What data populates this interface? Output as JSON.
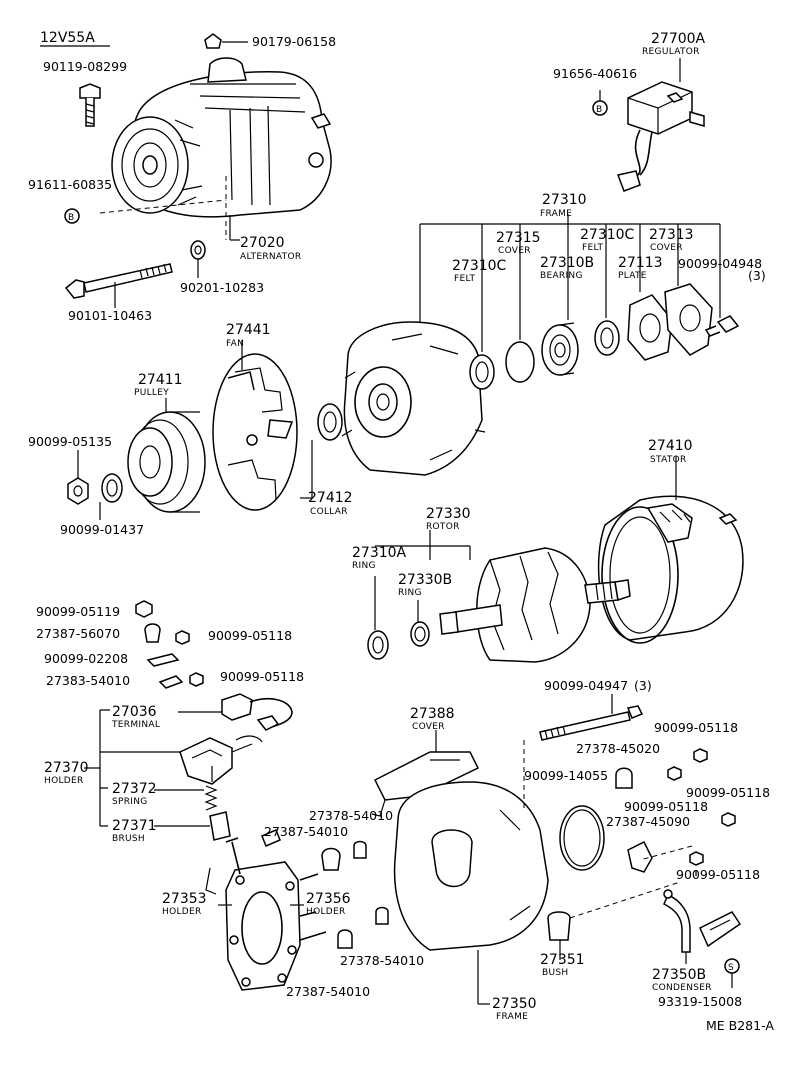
{
  "diagram": {
    "model": "12V55A",
    "ref_code": "ME B281-A",
    "circle_b": "B",
    "circle_s": "S"
  },
  "parts": {
    "p90179_06158": "90179-06158",
    "p90119_08299": "90119-08299",
    "p91611_60835": "91611-60835",
    "p27020": "27020",
    "p27020_cap": "ALTERNATOR",
    "p90201_10283": "90201-10283",
    "p90101_10463": "90101-10463",
    "p27700A": "27700A",
    "p27700A_cap": "REGULATOR",
    "p91656_40616": "91656-40616",
    "p27310": "27310",
    "p27310_cap": "FRAME",
    "p27315": "27315",
    "p27315_cap": "COVER",
    "p27310C_a": "27310C",
    "p27310C_a_cap": "FELT",
    "p27310C_b": "27310C",
    "p27310C_b_cap": "FELT",
    "p27310B": "27310B",
    "p27310B_cap": "BEARING",
    "p27313": "27313",
    "p27313_cap": "COVER",
    "p27113": "27113",
    "p27113_cap": "PLATE",
    "p90099_04948": "90099-04948",
    "p90099_04948_qty": "(3)",
    "p27441": "27441",
    "p27441_cap": "FAN",
    "p27411": "27411",
    "p27411_cap": "PULLEY",
    "p90099_05135": "90099-05135",
    "p90099_01437": "90099-01437",
    "p27412": "27412",
    "p27412_cap": "COLLAR",
    "p27410": "27410",
    "p27410_cap": "STATOR",
    "p27330": "27330",
    "p27330_cap": "ROTOR",
    "p27310A": "27310A",
    "p27310A_cap": "RING",
    "p27330B": "27330B",
    "p27330B_cap": "RING",
    "p90099_05119": "90099-05119",
    "p27387_56070": "27387-56070",
    "p90099_05118_a": "90099-05118",
    "p90099_02208": "90099-02208",
    "p27383_54010": "27383-54010",
    "p90099_05118_b": "90099-05118",
    "p27036": "27036",
    "p27036_cap": "TERMINAL",
    "p27370": "27370",
    "p27370_cap": "HOLDER",
    "p27372": "27372",
    "p27372_cap": "SPRING",
    "p27371": "27371",
    "p27371_cap": "BRUSH",
    "p27388": "27388",
    "p27388_cap": "COVER",
    "p90099_04947": "90099-04947",
    "p90099_04947_qty": "(3)",
    "p90099_05118_c": "90099-05118",
    "p27378_45020": "27378-45020",
    "p90099_14055": "90099-14055",
    "p90099_05118_d": "90099-05118",
    "p90099_05118_e": "90099-05118",
    "p27387_45090": "27387-45090",
    "p90099_05118_f": "90099-05118",
    "p27378_54010_a": "27378-54010",
    "p27387_54010_a": "27387-54010",
    "p27353": "27353",
    "p27353_cap": "HOLDER",
    "p27356": "27356",
    "p27356_cap": "HOLDER",
    "p27378_54010_b": "27378-54010",
    "p27387_54010_b": "27387-54010",
    "p27351": "27351",
    "p27351_cap": "BUSH",
    "p27350": "27350",
    "p27350_cap": "FRAME",
    "p27350B": "27350B",
    "p27350B_cap": "CONDENSER",
    "p93319_15008": "93319-15008"
  }
}
